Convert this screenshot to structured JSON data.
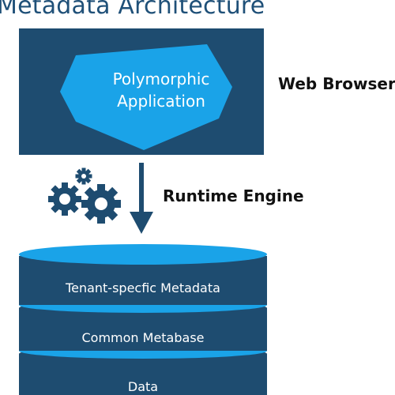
{
  "title": "Metadata Architecture",
  "browser_layer": {
    "label": "Web Browser",
    "app_label": "Polymorphic\nApplication"
  },
  "engine_layer": {
    "label": "Runtime Engine",
    "icon": "gears-icon"
  },
  "database": {
    "layers": [
      {
        "label": "Tenant-specfic Metadata"
      },
      {
        "label": "Common Metabase"
      },
      {
        "label": "Data"
      }
    ]
  },
  "colors": {
    "dark_blue": "#1e4c70",
    "light_blue": "#1aa3e8",
    "title_blue": "#1f5078"
  }
}
